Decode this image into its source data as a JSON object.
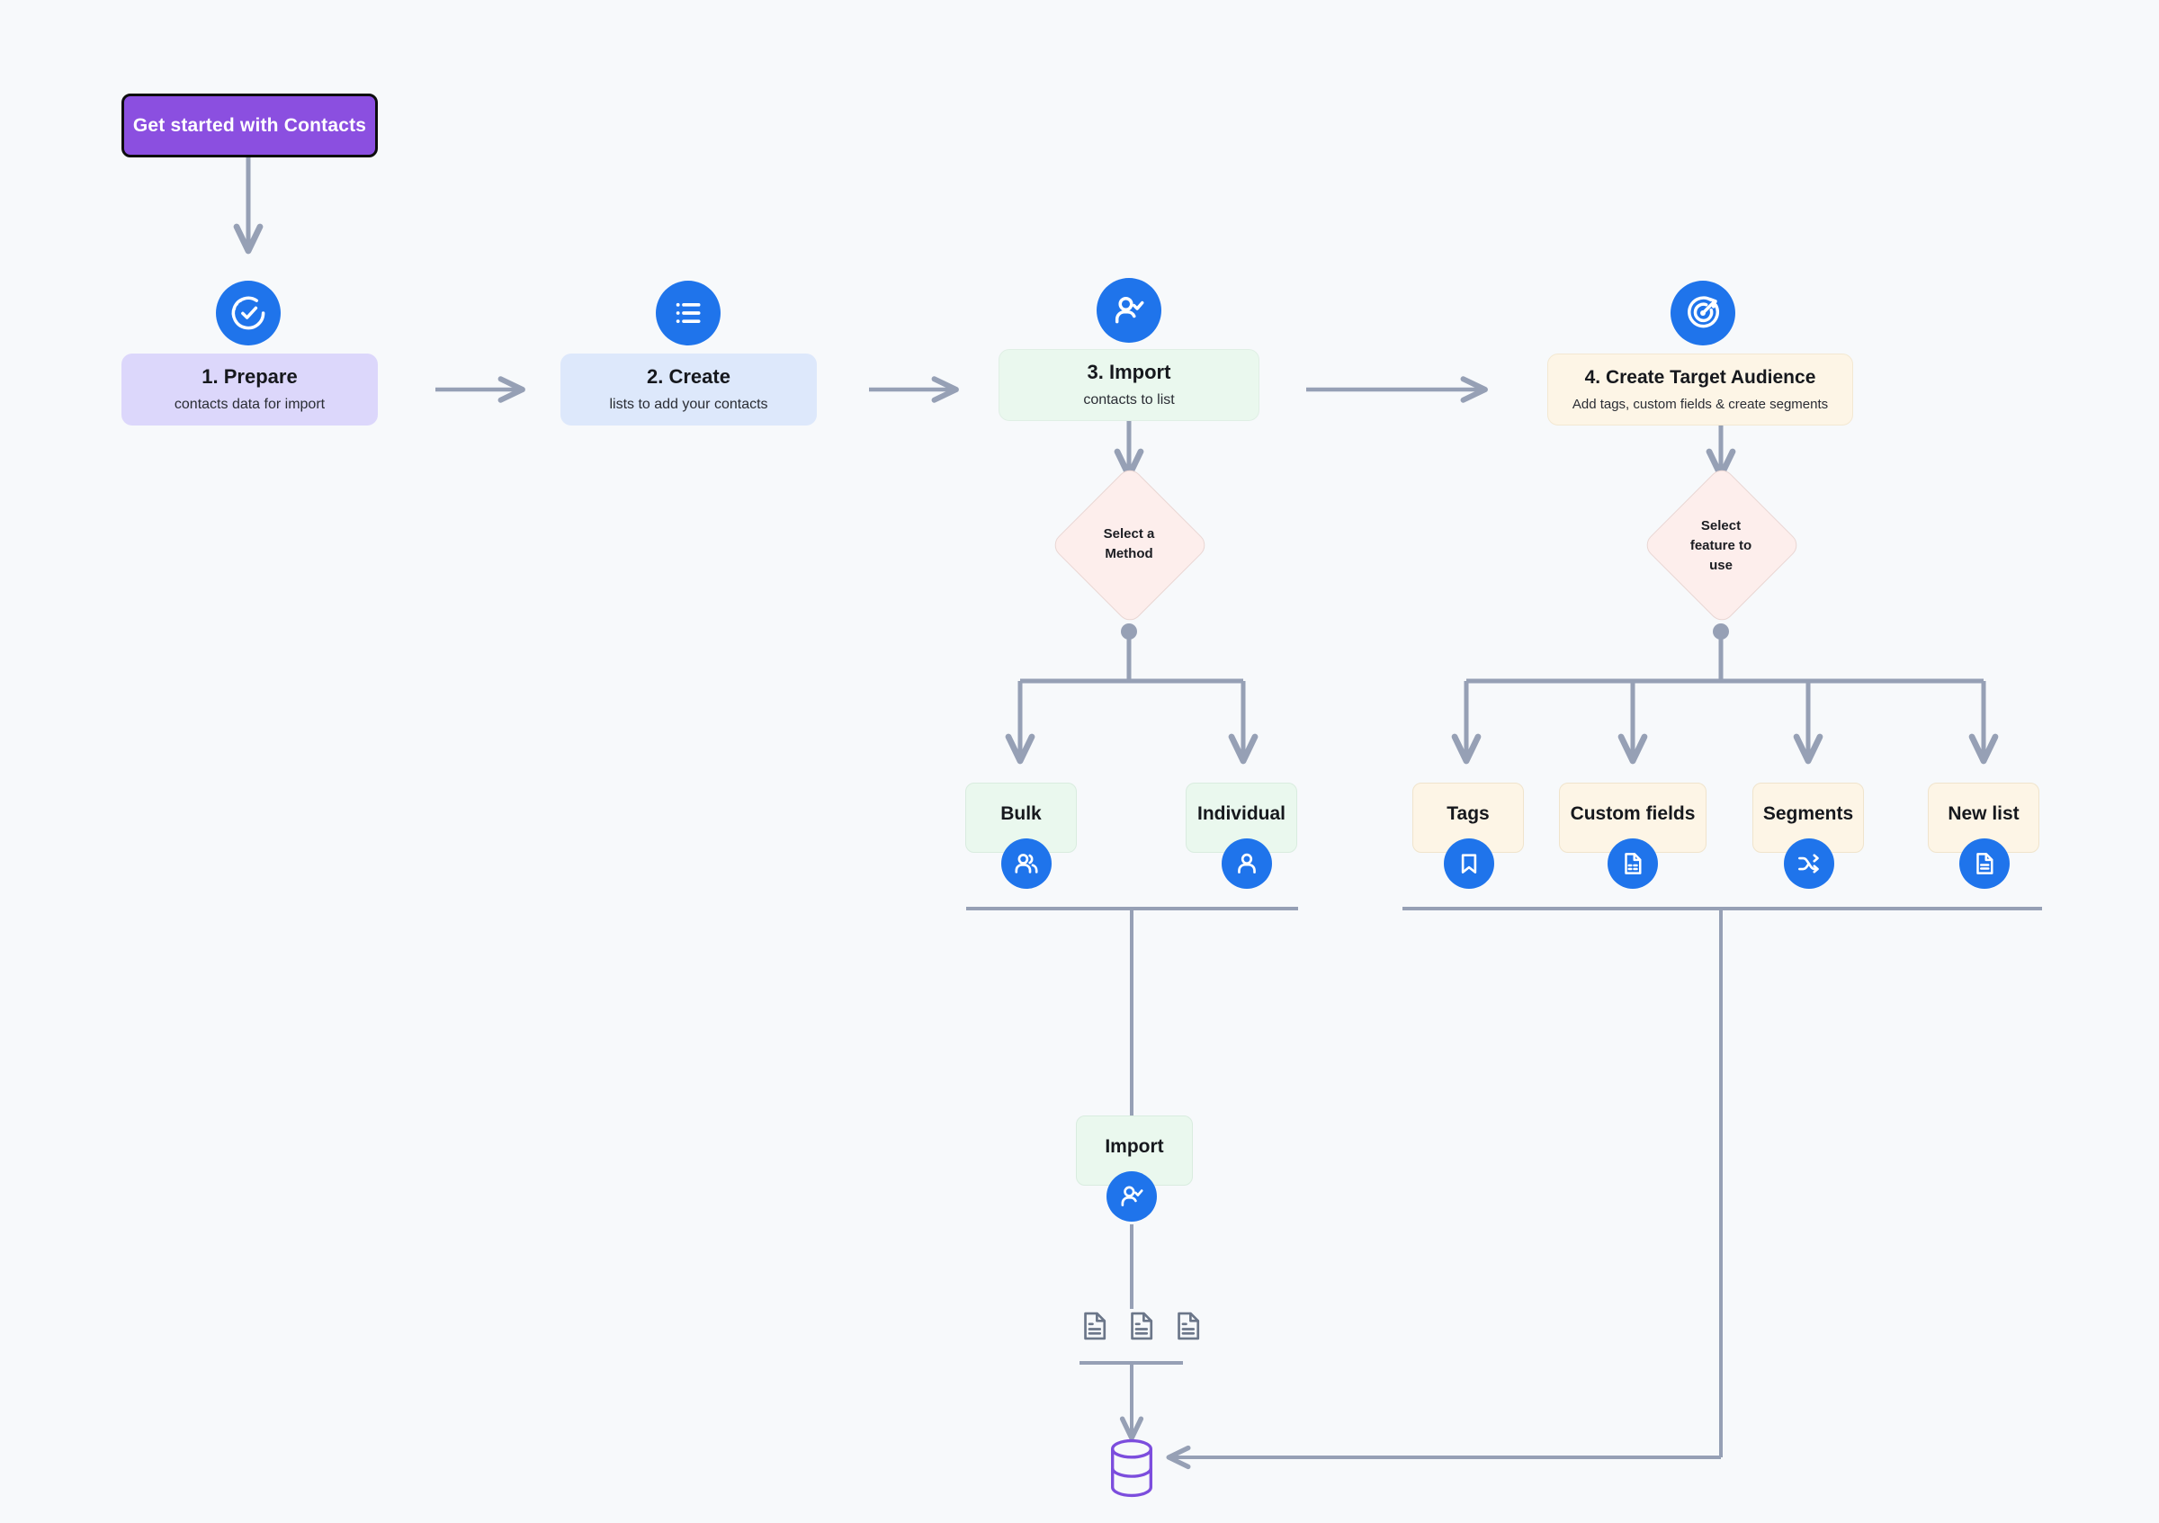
{
  "diagram": {
    "title": "Get started with Contacts flow",
    "background_color": "#f7f9fb",
    "accent_blue": "#1f74eb",
    "start_purple": "#8b4fe0",
    "database_purple": "#7c4ddd",
    "connector_gray": "#96a0b5"
  },
  "start": {
    "label": "Get started with Contacts",
    "icon": "none"
  },
  "steps": [
    {
      "title": "1. Prepare",
      "subtitle": "contacts data for import",
      "icon": "check-circle-dashed-icon",
      "color": "#dcd7fb"
    },
    {
      "title": "2. Create",
      "subtitle": "lists to add your contacts",
      "icon": "list-icon",
      "color": "#dde8fb"
    },
    {
      "title": "3. Import",
      "subtitle": "contacts to list",
      "icon": "user-check-icon",
      "color": "#eaf8ee"
    },
    {
      "title": "4. Create Target Audience",
      "subtitle": "Add tags, custom fields & create segments",
      "icon": "target-icon",
      "color": "#fdf5e6"
    }
  ],
  "decisions": [
    {
      "label": "Select a\nMethod",
      "lines": [
        "Select a",
        "Method"
      ],
      "color": "#fdeeec"
    },
    {
      "label": "Select feature to use",
      "lines": [
        "Select",
        "feature to",
        "use"
      ],
      "color": "#fdeeec"
    }
  ],
  "method_branches": [
    {
      "label": "Bulk",
      "icon": "users-group-icon",
      "color": "#eaf8ee"
    },
    {
      "label": "Individual",
      "icon": "user-icon",
      "color": "#eaf8ee"
    }
  ],
  "feature_branches": [
    {
      "label": "Tags",
      "icon": "bookmark-icon",
      "color": "#fdf5e6"
    },
    {
      "label": "Custom fields",
      "icon": "document-fields-icon",
      "color": "#fdf5e6"
    },
    {
      "label": "Segments",
      "icon": "shuffle-icon",
      "color": "#fdf5e6"
    },
    {
      "label": "New list",
      "icon": "document-lines-icon",
      "color": "#fdf5e6"
    }
  ],
  "import_node": {
    "label": "Import",
    "icon": "user-check-icon",
    "color": "#eaf8ee"
  },
  "documents": {
    "count": 3,
    "icon": "document-outline-icon"
  },
  "database": {
    "icon": "database-cylinder-icon",
    "color": "#7c4ddd"
  }
}
